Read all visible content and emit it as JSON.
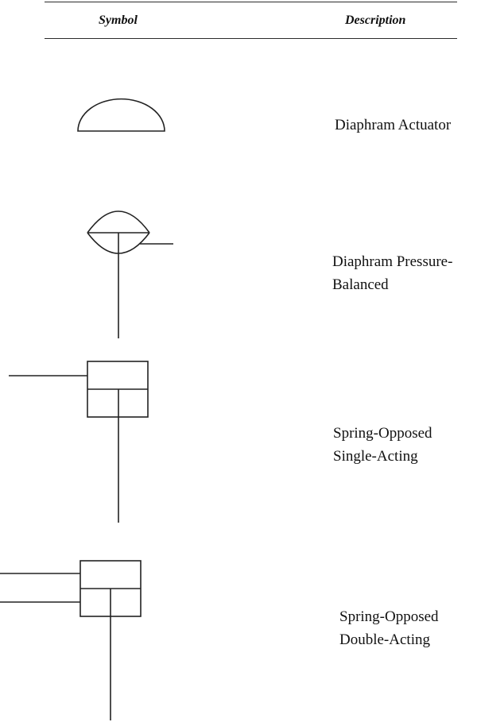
{
  "header": {
    "symbol_label": "Symbol",
    "description_label": "Description"
  },
  "rows": [
    {
      "symbol_icon": "diaphragm-actuator-icon",
      "description": "Diaphram Actuator"
    },
    {
      "symbol_icon": "diaphragm-pressure-balanced-icon",
      "description": "Diaphram Pressure-\nBalanced"
    },
    {
      "symbol_icon": "spring-opposed-single-acting-icon",
      "description": "Spring-Opposed\nSingle-Acting"
    },
    {
      "symbol_icon": "spring-opposed-double-acting-icon",
      "description": "Spring-Opposed\nDouble-Acting"
    }
  ],
  "colors": {
    "line": "#222222",
    "background": "#ffffff"
  }
}
